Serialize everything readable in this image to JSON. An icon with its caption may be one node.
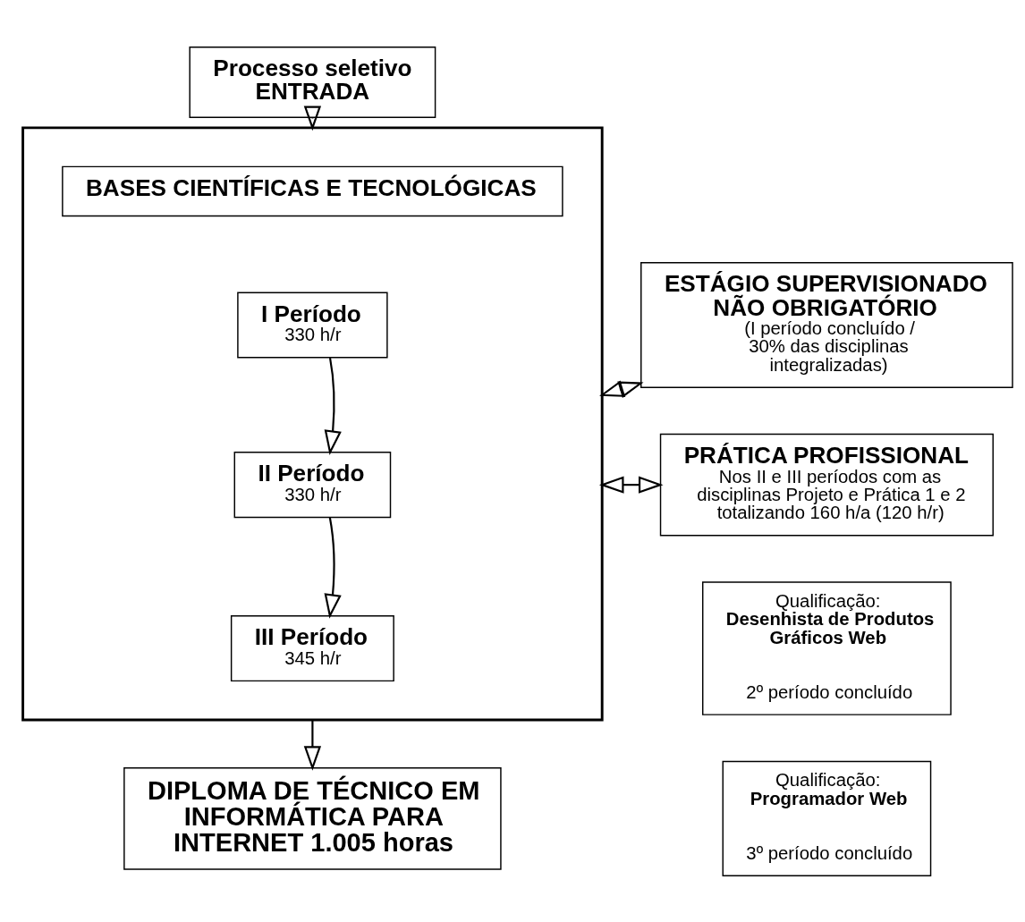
{
  "diagram": {
    "nodes": [
      {
        "text": [
          "Processo seletivo ENTRADA"
        ]
      },
      {
        "text": [],
        "shape": "box"
      },
      {
        "text": [
          "BASES CIENTÍFICAS E TECNOLÓGICAS"
        ],
        "in": 1
      },
      {
        "text": [
          "I Período",
          "330 h/r"
        ],
        "in": 1
      },
      {
        "text": [
          "II Período",
          "330 h/r"
        ],
        "in": 1
      },
      {
        "text": [
          "III Período",
          "345 h/r"
        ],
        "in": 1
      },
      {
        "text": [
          "ESTÁGIO SUPERVISIONADO NÃO OBRIGATÓRIO",
          "(I período concluído / 30% das disciplinas integralizadas)"
        ]
      },
      {
        "text": [
          "PRÁTICA PROFISSIONAL",
          "Nos II e III períodos com as disciplinas Projeto e Prática 1 e 2 totalizando 160 h/a (120 h/r)"
        ]
      },
      {
        "text": [
          "Qualificação: **Desenhista de Produtos Gráficos Web**",
          "2º período concluído"
        ]
      },
      {
        "text": [
          "Qualificação: **Programador Web**",
          "3º período concluído"
        ]
      },
      {
        "text": [
          "DIPLOMA DE TÉCNICO EM INFORMÁTICA PARA INTERNET 1.005 horas"
        ]
      }
    ],
    "edges": [
      {
        "from": 0,
        "to": 1,
        "arrow": "to"
      },
      {
        "from": 3,
        "to": 4,
        "arrow": "to"
      },
      {
        "from": 4,
        "to": 5,
        "arrow": "to"
      },
      {
        "from": 1,
        "to": 6,
        "arrow": "both"
      },
      {
        "from": 1,
        "to": 7,
        "arrow": "both"
      },
      {
        "from": 1,
        "to": 10,
        "arrow": "to"
      }
    ]
  }
}
